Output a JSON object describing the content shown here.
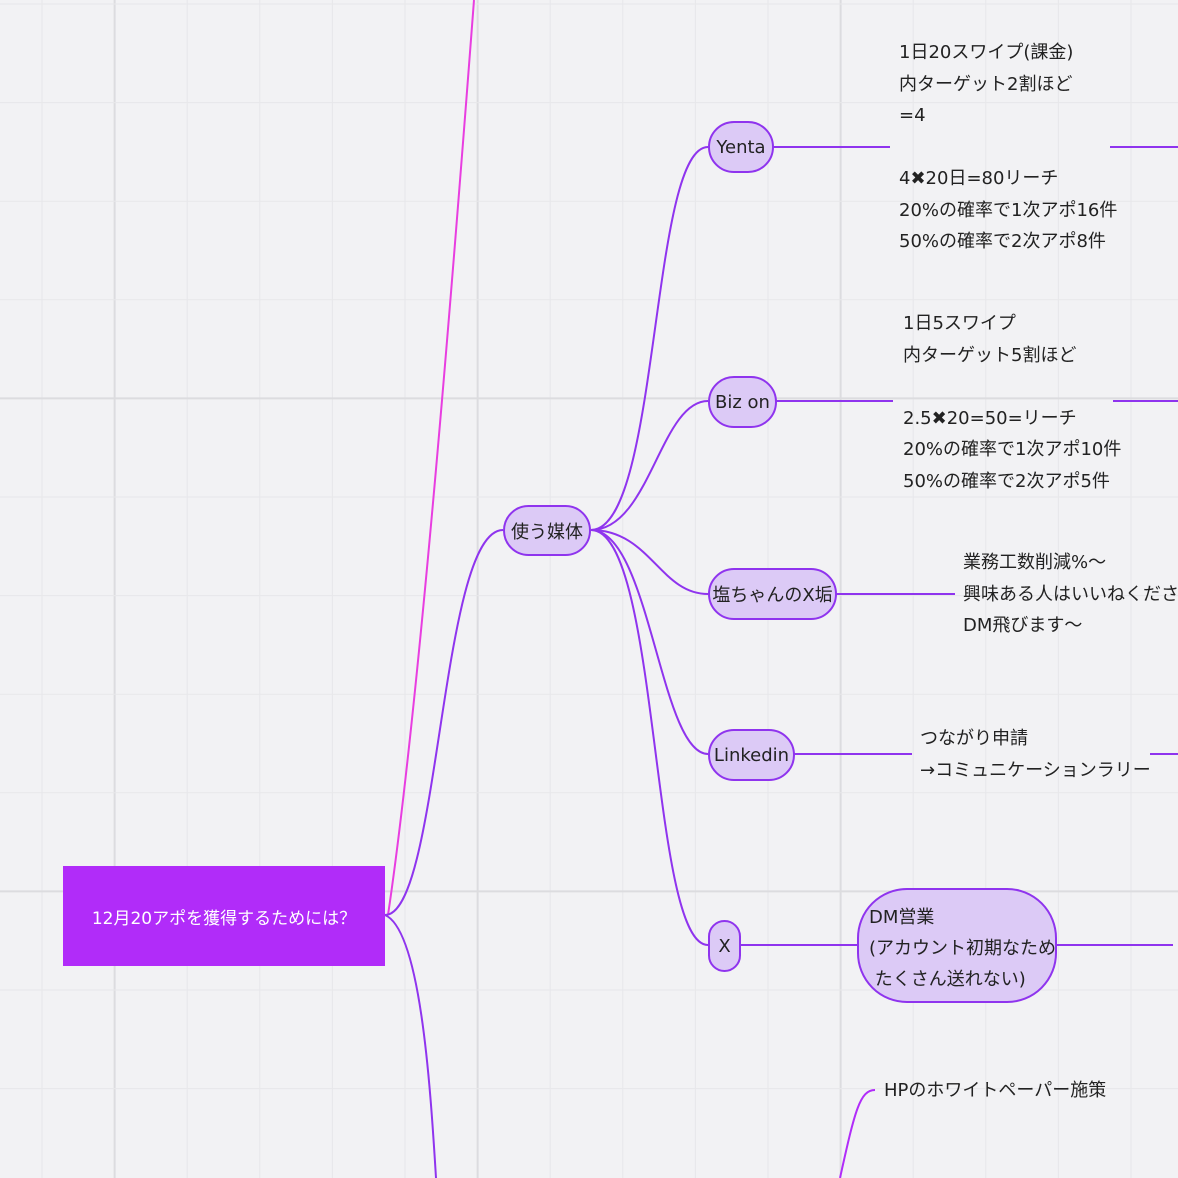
{
  "root": {
    "label": "12月20アポを獲得するためには？"
  },
  "media": {
    "label": "使う媒体",
    "children": [
      {
        "label": "Yenta",
        "note": "1日20スワイプ(課金)\n内ターゲット2割ほど\n=4\n\n4✖20日=80リーチ\n20%の確率で1次アポ16件\n50%の確率で2次アポ8件"
      },
      {
        "label": "Biz on",
        "note": "1日5スワイプ\n内ターゲット5割ほど\n\n2.5✖20=50=リーチ\n20%の確率で1次アポ10件\n50%の確率で2次アポ5件"
      },
      {
        "label": "塩ちゃんのX垢",
        "note": "業務工数削減%〜\n興味ある人はいいねください\nDM飛びます〜"
      },
      {
        "label": "Linkedin",
        "note": "つながり申請\n→コミュニケーションラリー"
      },
      {
        "label": "X",
        "note": "DM営業\n(アカウント初期なため\n たくさん送れない)"
      }
    ]
  },
  "other_branch": {
    "label": "HPのホワイトペーパー施策"
  },
  "colors": {
    "root": "#b12cf9",
    "line": "#8f34ee",
    "pink": "#e83ee0",
    "node_fill": "#dccaf6"
  }
}
